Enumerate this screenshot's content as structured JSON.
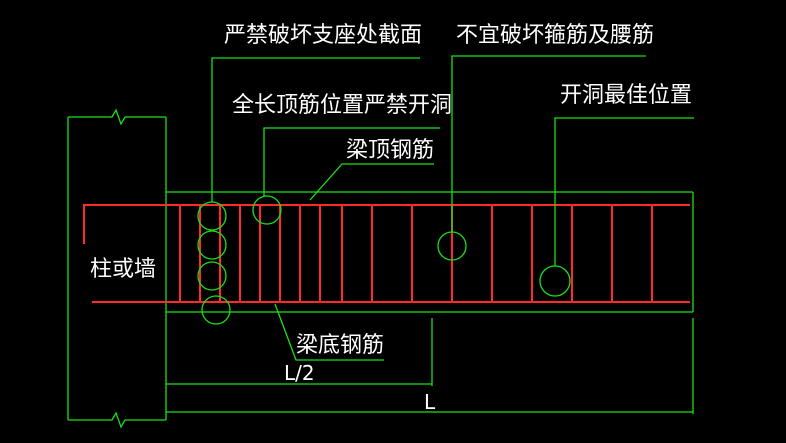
{
  "labels": {
    "no_damage_support": "严禁破坏支座处截面",
    "no_hoop_waist": "不宜破坏箍筋及腰筋",
    "full_top_bar": "全长顶筋位置严禁开洞",
    "best_position": "开洞最佳位置",
    "beam_top_bar": "梁顶钢筋",
    "column_wall": "柱或墙",
    "beam_bottom_bar": "梁底钢筋",
    "half_span": "L/2",
    "span": "L"
  },
  "colors": {
    "background": "#000000",
    "outline": "#19e019",
    "rebar": "#ff2a2a",
    "text": "#ffffff"
  }
}
